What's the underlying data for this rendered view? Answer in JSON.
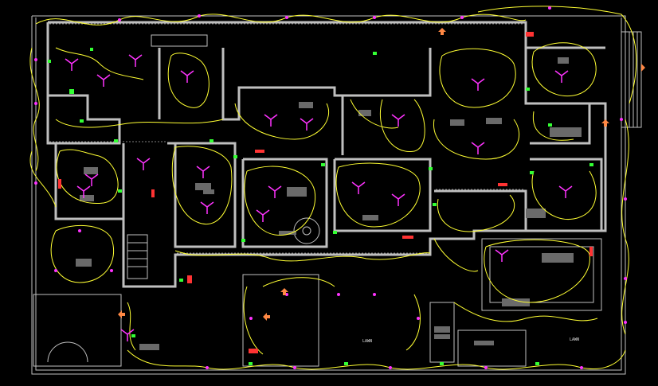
{
  "drawing": {
    "type": "electrical-lighting-floor-plan",
    "background": "#000000",
    "colors": {
      "wall": "#bfbfbf",
      "wall_fill": "#3a3a3a",
      "circuit": "#ffff33",
      "fixture": "#ff33ff",
      "outlet": "#33ff33",
      "note": "#ff3333",
      "accent": "#ff8844",
      "label": "#e0e0e0",
      "dim": "#7f7f7f"
    },
    "labels": {
      "lawn_left": "LAWN",
      "lawn_right": "LAWN"
    }
  }
}
